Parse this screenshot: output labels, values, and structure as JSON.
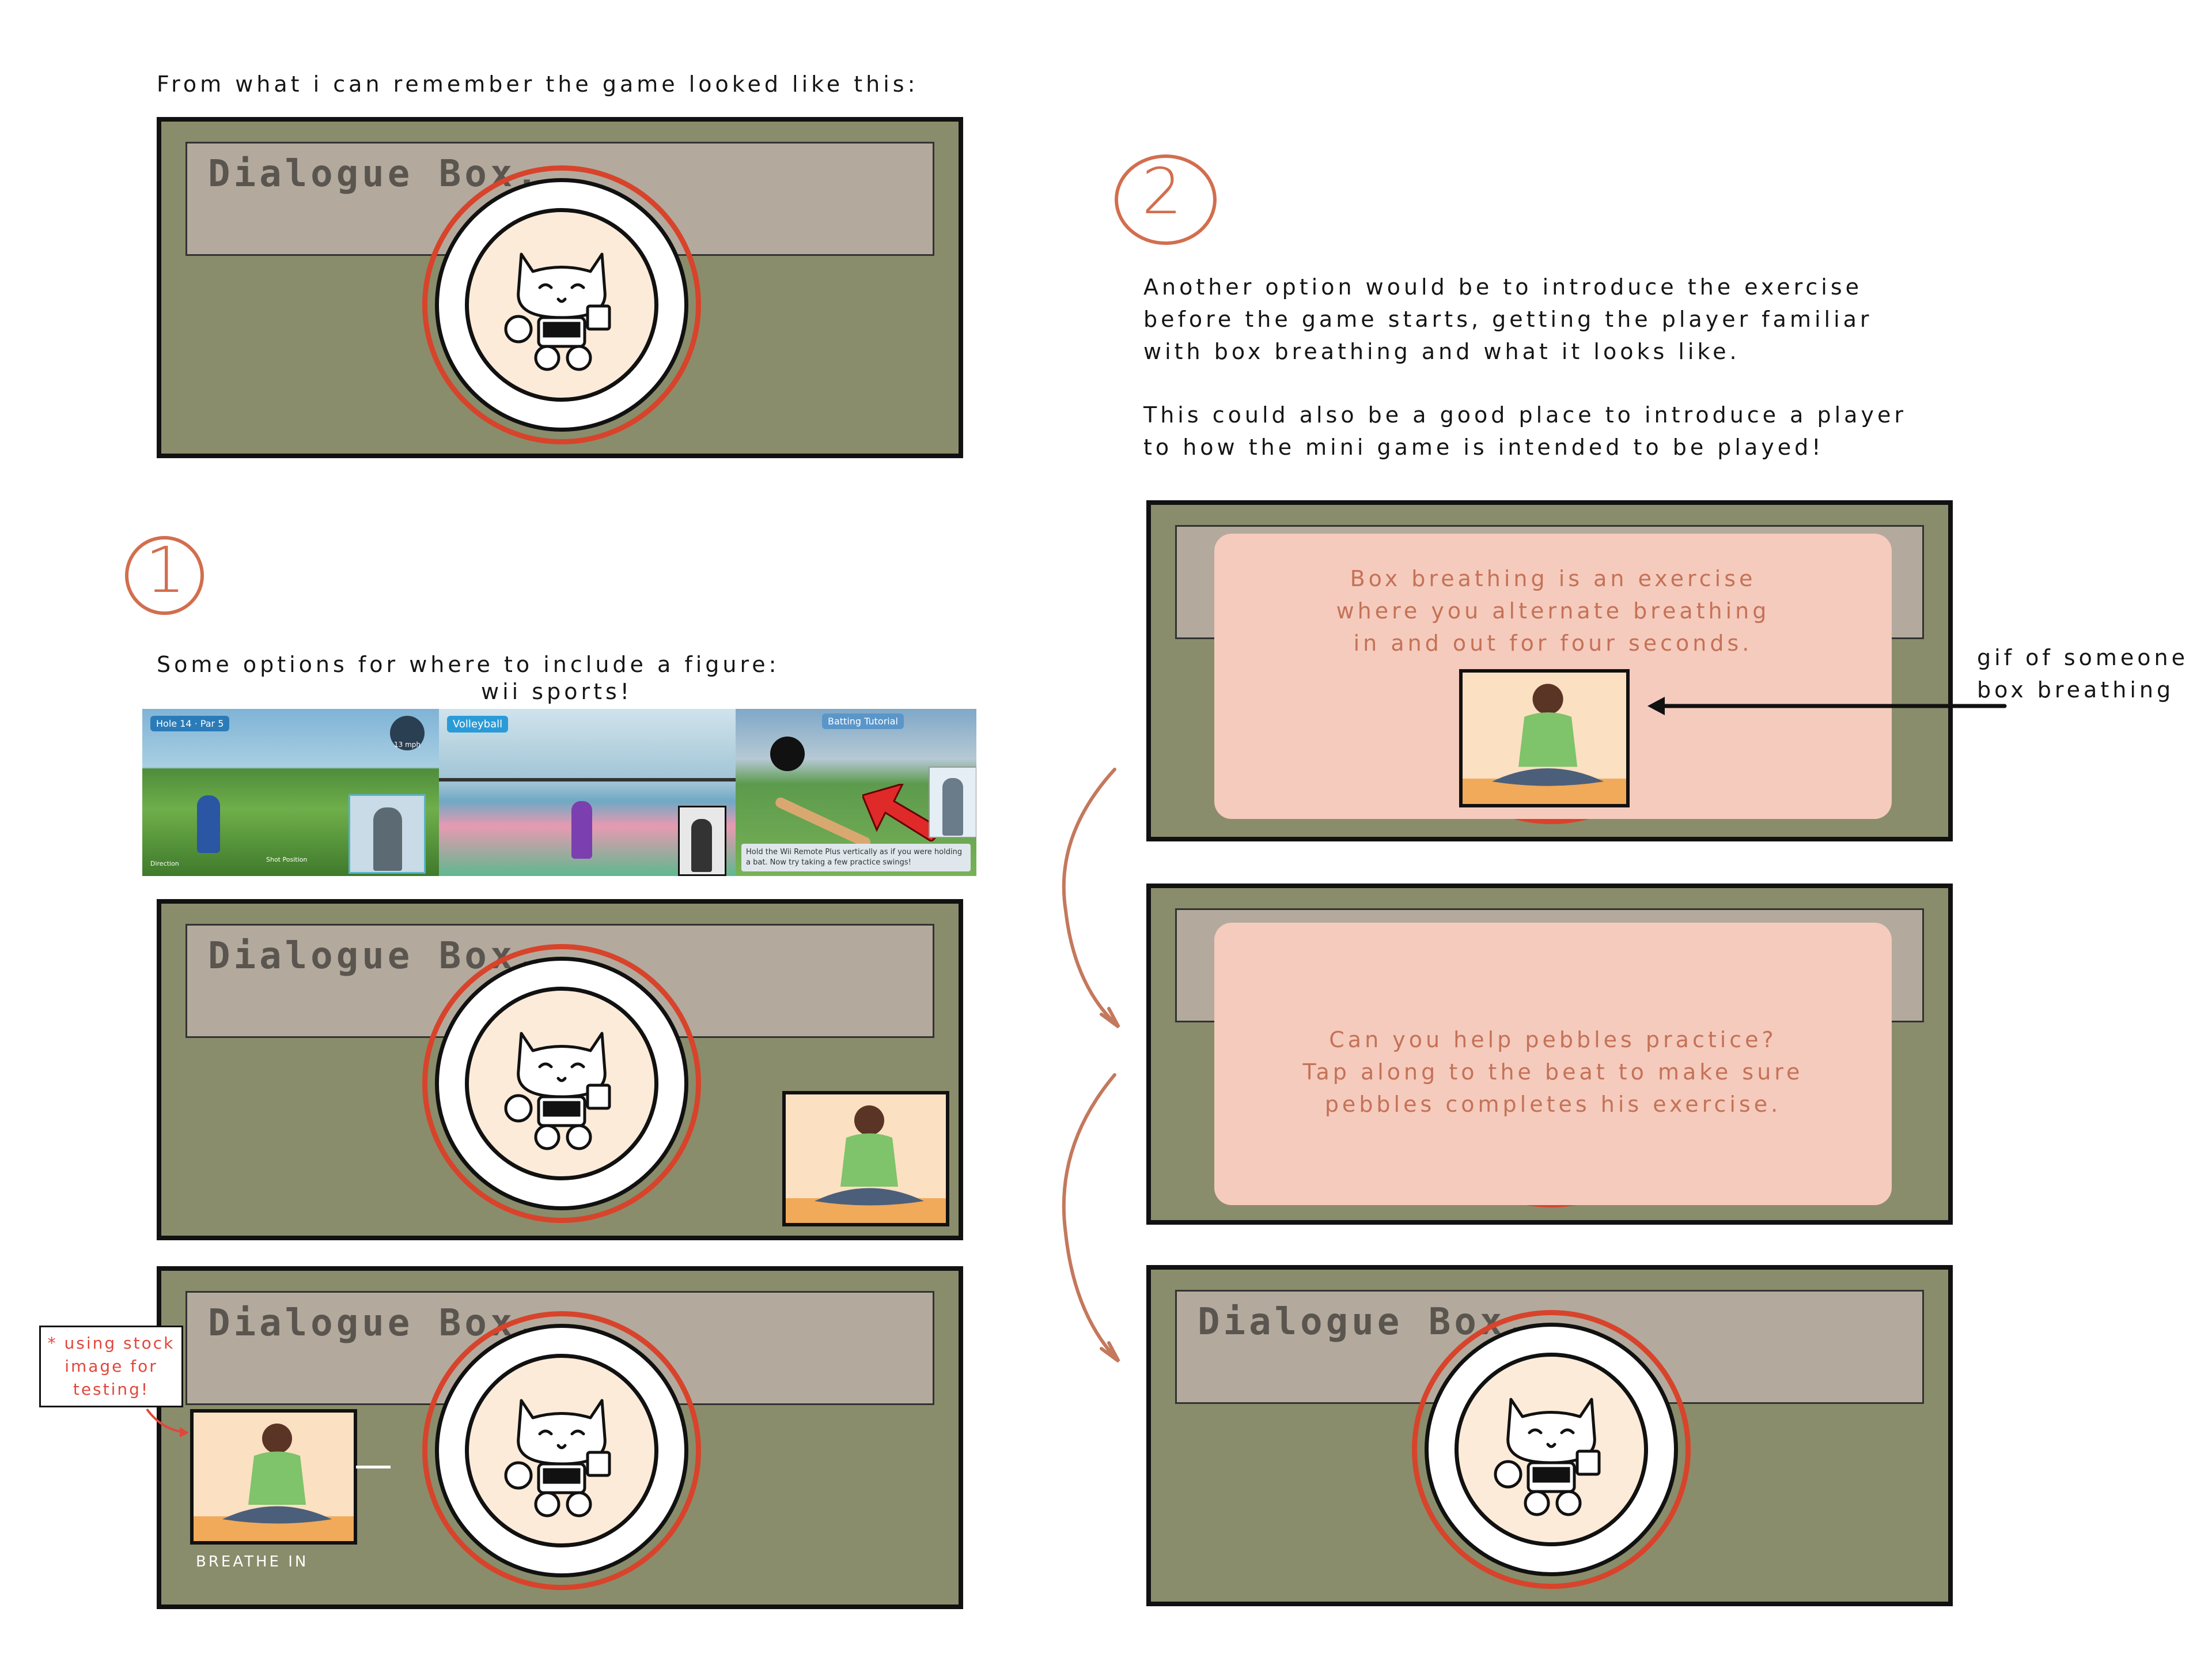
{
  "notes": {
    "intro": "From what i can remember the game looked like this:",
    "option1_heading": "Some options for where to include a figure:",
    "option1_sub": "wii sports!",
    "option2_para1": "Another option would be to introduce the exercise\nbefore the game starts, getting the player familiar\nwith box breathing and what it looks like.",
    "option2_para2": "This could also be a good place to introduce a player\nto how the mini game is intended to be played!",
    "gif_label": "gif of someone\nbox breathing",
    "stock_note": "* using stock\nimage for\ntesting!",
    "breathe_caption": "Breathe in"
  },
  "numbers": {
    "one": "1",
    "two": "2"
  },
  "screens": {
    "dialogue_label": "Dialogue Box...",
    "popup1": [
      "Box breathing is an exercise",
      "where you alternate breathing",
      "in and out for four seconds."
    ],
    "popup2": [
      "Can you help pebbles practice?",
      "Tap along to the beat to make sure",
      "pebbles completes his exercise."
    ]
  },
  "wii_strip": {
    "golf_hole": "Hole 14 · Par 5",
    "golf_direction": "Direction",
    "golf_shot": "Shot Position",
    "golf_wind": "13 mph",
    "volleyball_tag": "Volleyball",
    "batting_tag": "Batting Tutorial",
    "batting_hint": "Hold the Wii Remote Plus vertically as if you were holding a bat. Now try taking a few practice swings!"
  },
  "colors": {
    "screen_bg": "#8a8d6b",
    "dialogue_bg": "#b3aa9d",
    "ring_red": "#d8432b",
    "popup_bg": "#f5cbbd",
    "popup_text": "#c47257",
    "accent_orange": "#d26e4e",
    "annot_red": "#e0473c"
  }
}
